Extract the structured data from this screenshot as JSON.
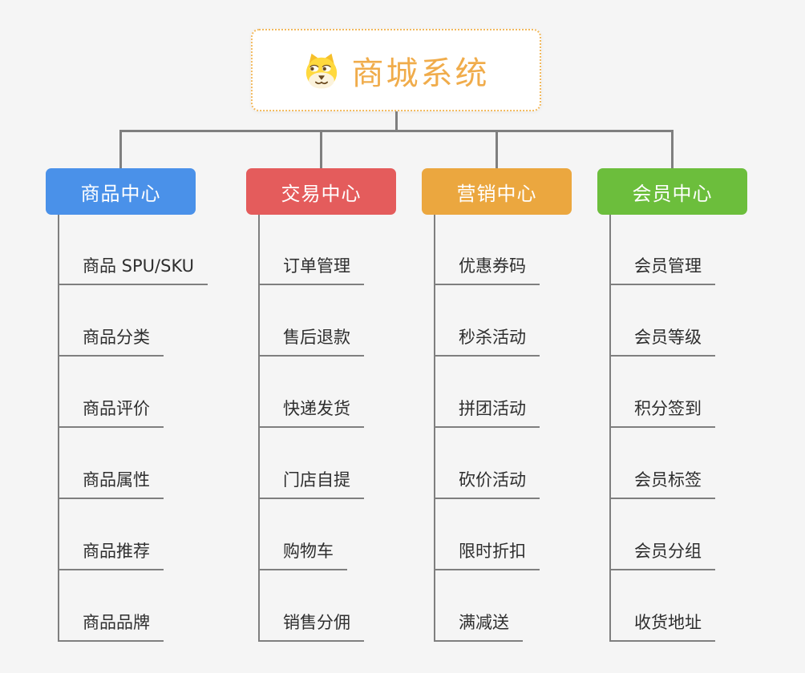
{
  "page": {
    "background": "#f5f5f5",
    "connector_color": "#7f7f7f"
  },
  "root": {
    "label": "商城系统",
    "icon": "doge-icon",
    "text_color": "#f0ac4b",
    "border_color": "#f2b95e"
  },
  "branches": [
    {
      "label": "商品中心",
      "color": "#4a91e9",
      "children": [
        "商品 SPU/SKU",
        "商品分类",
        "商品评价",
        "商品属性",
        "商品推荐",
        "商品品牌"
      ]
    },
    {
      "label": "交易中心",
      "color": "#e45c5c",
      "children": [
        "订单管理",
        "售后退款",
        "快递发货",
        "门店自提",
        "购物车",
        "销售分佣"
      ]
    },
    {
      "label": "营销中心",
      "color": "#eba73f",
      "children": [
        "优惠券码",
        "秒杀活动",
        "拼团活动",
        "砍价活动",
        "限时折扣",
        "满减送"
      ]
    },
    {
      "label": "会员中心",
      "color": "#6cbe3c",
      "children": [
        "会员管理",
        "会员等级",
        "积分签到",
        "会员标签",
        "会员分组",
        "收货地址"
      ]
    }
  ]
}
